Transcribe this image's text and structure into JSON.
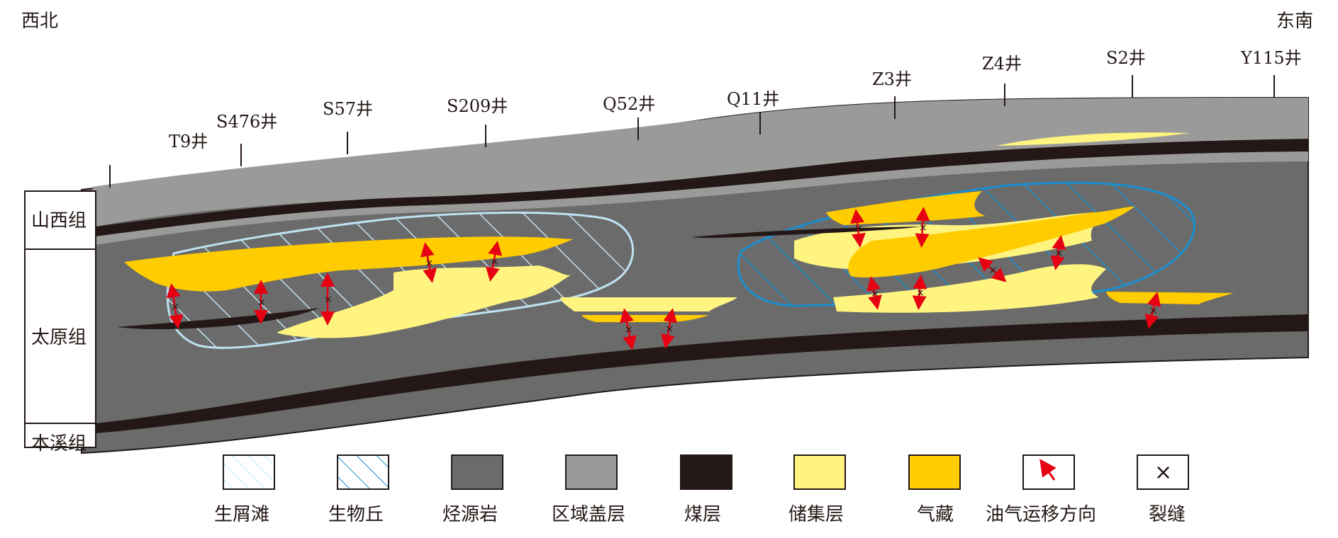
{
  "direction": {
    "left": "西北",
    "right": "东南"
  },
  "wells": [
    "T9井",
    "S476井",
    "S57井",
    "S209井",
    "Q52井",
    "Q11井",
    "Z3井",
    "Z4井",
    "S2井",
    "Y115井"
  ],
  "formations": [
    "山西组",
    "太原组",
    "本溪组"
  ],
  "legend": [
    {
      "key": "bio-debris-beach",
      "label": "生屑滩"
    },
    {
      "key": "bioherm",
      "label": "生物丘"
    },
    {
      "key": "source-rock",
      "label": "烃源岩"
    },
    {
      "key": "regional-caprock",
      "label": "区域盖层"
    },
    {
      "key": "coal-seam",
      "label": "煤层"
    },
    {
      "key": "reservoir",
      "label": "储集层"
    },
    {
      "key": "gas-reservoir",
      "label": "气藏"
    },
    {
      "key": "migration-direction",
      "label": "油气运移方向"
    },
    {
      "key": "fracture",
      "label": "裂缝"
    }
  ],
  "colors": {
    "source_rock": "#6b6b6b",
    "caprock": "#9a9a9a",
    "coal": "#231815",
    "reservoir": "#fff47f",
    "gas": "#ffcc00",
    "beach_outline": "#bfe3f3",
    "bioherm_outline": "#1a8fd0",
    "arrow": "#e60012"
  }
}
